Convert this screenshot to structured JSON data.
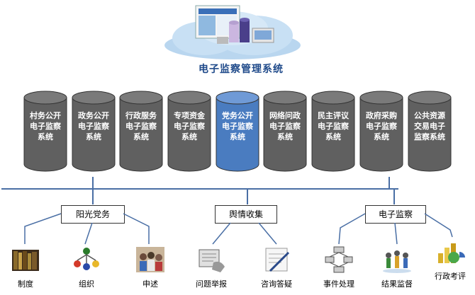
{
  "title": "电子监察管理系统",
  "systems": [
    {
      "label": "村务公开电子监察系统",
      "highlight": false
    },
    {
      "label": "政务公开电子监察系统",
      "highlight": false
    },
    {
      "label": "行政服务电子监察系统",
      "highlight": false
    },
    {
      "label": "专项资金电子监察系统",
      "highlight": false
    },
    {
      "label": "党务公开电子监察系统",
      "highlight": true
    },
    {
      "label": "网络问政电子监察系统",
      "highlight": false
    },
    {
      "label": "民主评议电子监察系统",
      "highlight": false
    },
    {
      "label": "政府采购电子监察系统",
      "highlight": false
    },
    {
      "label": "公共资源交易电子监察系统",
      "highlight": false
    }
  ],
  "categories": [
    {
      "label": "阳光党务",
      "items": [
        {
          "label": "制度",
          "icon": "books-icon"
        },
        {
          "label": "组织",
          "icon": "org-chart-icon"
        },
        {
          "label": "申述",
          "icon": "people-photo-icon"
        }
      ]
    },
    {
      "label": "舆情收集",
      "items": [
        {
          "label": "问题举报",
          "icon": "report-hand-icon"
        },
        {
          "label": "咨询答疑",
          "icon": "pen-document-icon"
        }
      ]
    },
    {
      "label": "电子监察",
      "items": [
        {
          "label": "事件处理",
          "icon": "workflow-icon"
        },
        {
          "label": "结果监督",
          "icon": "people-group-icon"
        },
        {
          "label": "行政考评",
          "icon": "chart-icon"
        }
      ]
    }
  ],
  "colors": {
    "cylinder": "#606060",
    "highlight": "#4a7cc0",
    "line": "#4a6fa5",
    "title": "#1f4a8a"
  }
}
